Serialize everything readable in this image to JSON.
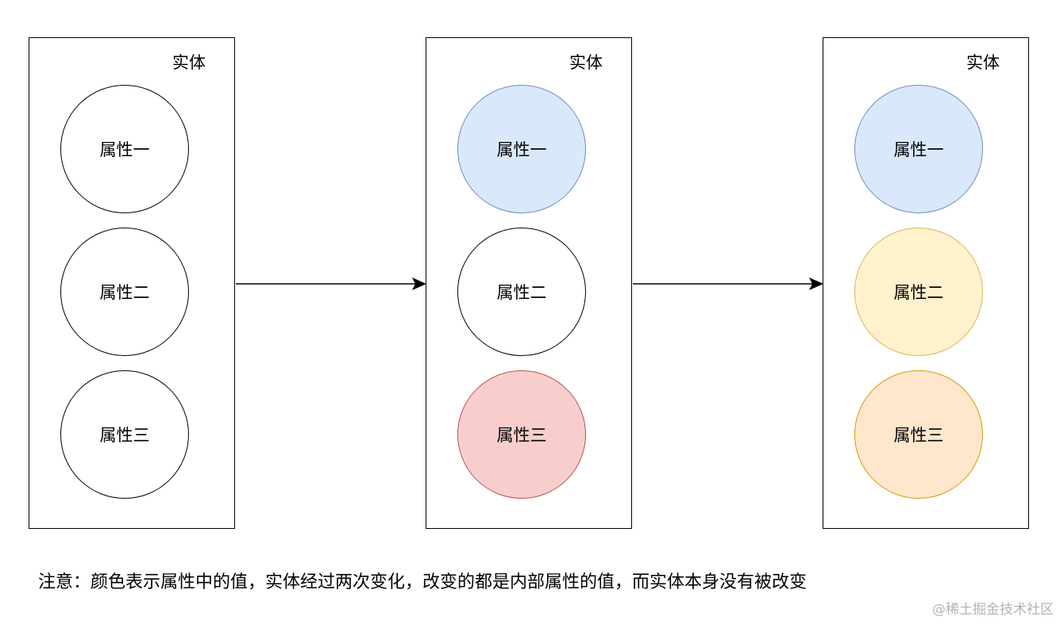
{
  "entities": [
    {
      "label": "实体",
      "attributes": [
        {
          "label": "属性一",
          "fill": "#ffffff",
          "stroke": "#000000"
        },
        {
          "label": "属性二",
          "fill": "#ffffff",
          "stroke": "#000000"
        },
        {
          "label": "属性三",
          "fill": "#ffffff",
          "stroke": "#000000"
        }
      ]
    },
    {
      "label": "实体",
      "attributes": [
        {
          "label": "属性一",
          "fill": "#dae8fc",
          "stroke": "#6c8ebf"
        },
        {
          "label": "属性二",
          "fill": "#ffffff",
          "stroke": "#000000"
        },
        {
          "label": "属性三",
          "fill": "#f8cecc",
          "stroke": "#b85450"
        }
      ]
    },
    {
      "label": "实体",
      "attributes": [
        {
          "label": "属性一",
          "fill": "#dae8fc",
          "stroke": "#6c8ebf"
        },
        {
          "label": "属性二",
          "fill": "#fff2cc",
          "stroke": "#d6b656"
        },
        {
          "label": "属性三",
          "fill": "#ffe6cc",
          "stroke": "#d79b00"
        }
      ]
    }
  ],
  "note": "注意：颜色表示属性中的值，实体经过两次变化，改变的都是内部属性的值，而实体本身没有被改变",
  "watermark": "@稀土掘金技术社区"
}
